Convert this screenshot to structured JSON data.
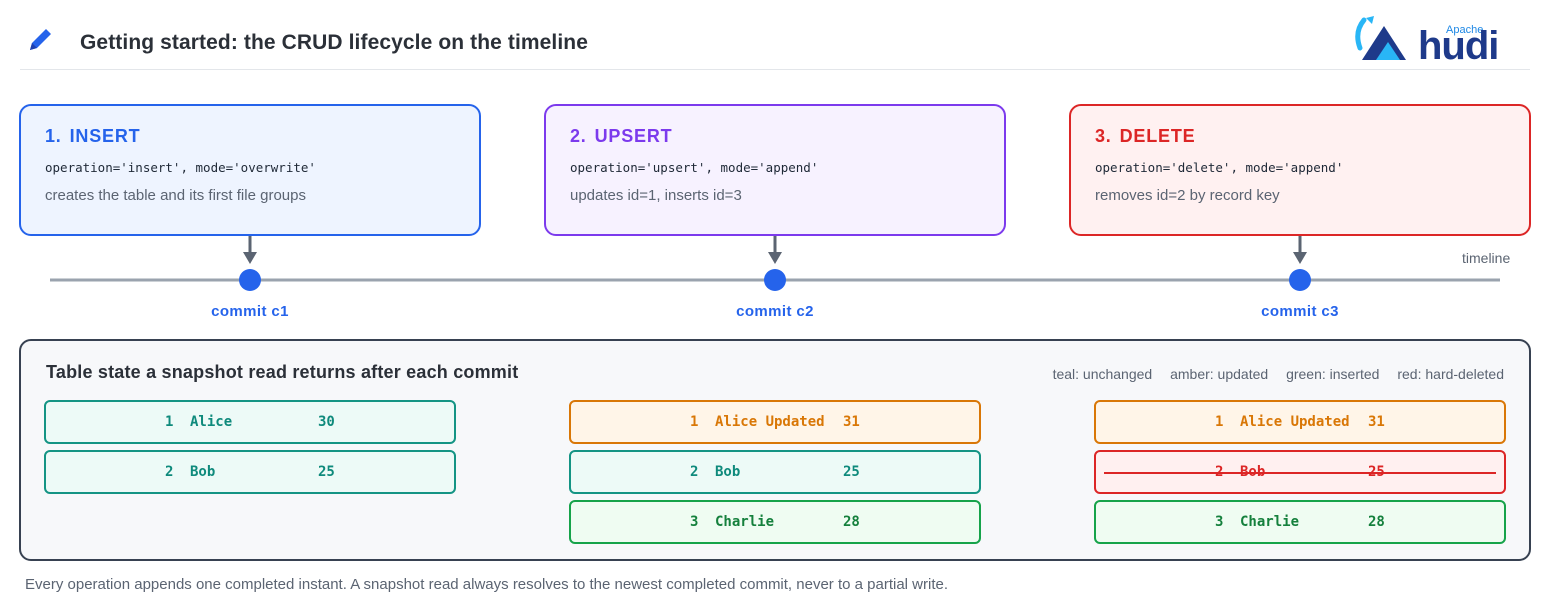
{
  "header": {
    "title": "Getting started: the CRUD lifecycle on the timeline",
    "logo_superscript": "Apache",
    "logo_text": "hudi"
  },
  "operations": [
    {
      "number": "1.",
      "name": "INSERT",
      "code": "operation='insert', mode='overwrite'",
      "description": "creates the table and its first file groups",
      "commit": "commit c1",
      "color": "#2563eb"
    },
    {
      "number": "2.",
      "name": "UPSERT",
      "code": "operation='upsert', mode='append'",
      "description": "updates id=1, inserts id=3",
      "commit": "commit c2",
      "color": "#7c3aed"
    },
    {
      "number": "3.",
      "name": "DELETE",
      "code": "operation='delete', mode='append'",
      "description": "removes id=2 by record key",
      "commit": "commit c3",
      "color": "#dc2626"
    }
  ],
  "timeline": {
    "label": "timeline"
  },
  "table_state": {
    "title": "Table state a snapshot read returns after each commit",
    "legend": [
      "teal: unchanged",
      "amber: updated",
      "green: inserted",
      "red: hard-deleted"
    ],
    "columns": [
      {
        "rows": [
          {
            "id": "1",
            "name": "Alice",
            "age": "30",
            "status": "unchanged"
          },
          {
            "id": "2",
            "name": "Bob",
            "age": "25",
            "status": "unchanged"
          }
        ]
      },
      {
        "rows": [
          {
            "id": "1",
            "name": "Alice Updated",
            "age": "31",
            "status": "updated"
          },
          {
            "id": "2",
            "name": "Bob",
            "age": "25",
            "status": "unchanged"
          },
          {
            "id": "3",
            "name": "Charlie",
            "age": "28",
            "status": "inserted"
          }
        ]
      },
      {
        "rows": [
          {
            "id": "1",
            "name": "Alice Updated",
            "age": "31",
            "status": "updated"
          },
          {
            "id": "2",
            "name": "Bob",
            "age": "25",
            "status": "hard-deleted"
          },
          {
            "id": "3",
            "name": "Charlie",
            "age": "28",
            "status": "inserted"
          }
        ]
      }
    ]
  },
  "footer": "Every operation appends one completed instant. A snapshot read always resolves to the newest completed commit, never to a partial write.",
  "colors": {
    "unchanged": "#149484",
    "updated": "#d97706",
    "inserted": "#16a34a",
    "hard-deleted": "#dc2626",
    "commit": "#2563eb",
    "timeline": "#9aa3ae"
  }
}
